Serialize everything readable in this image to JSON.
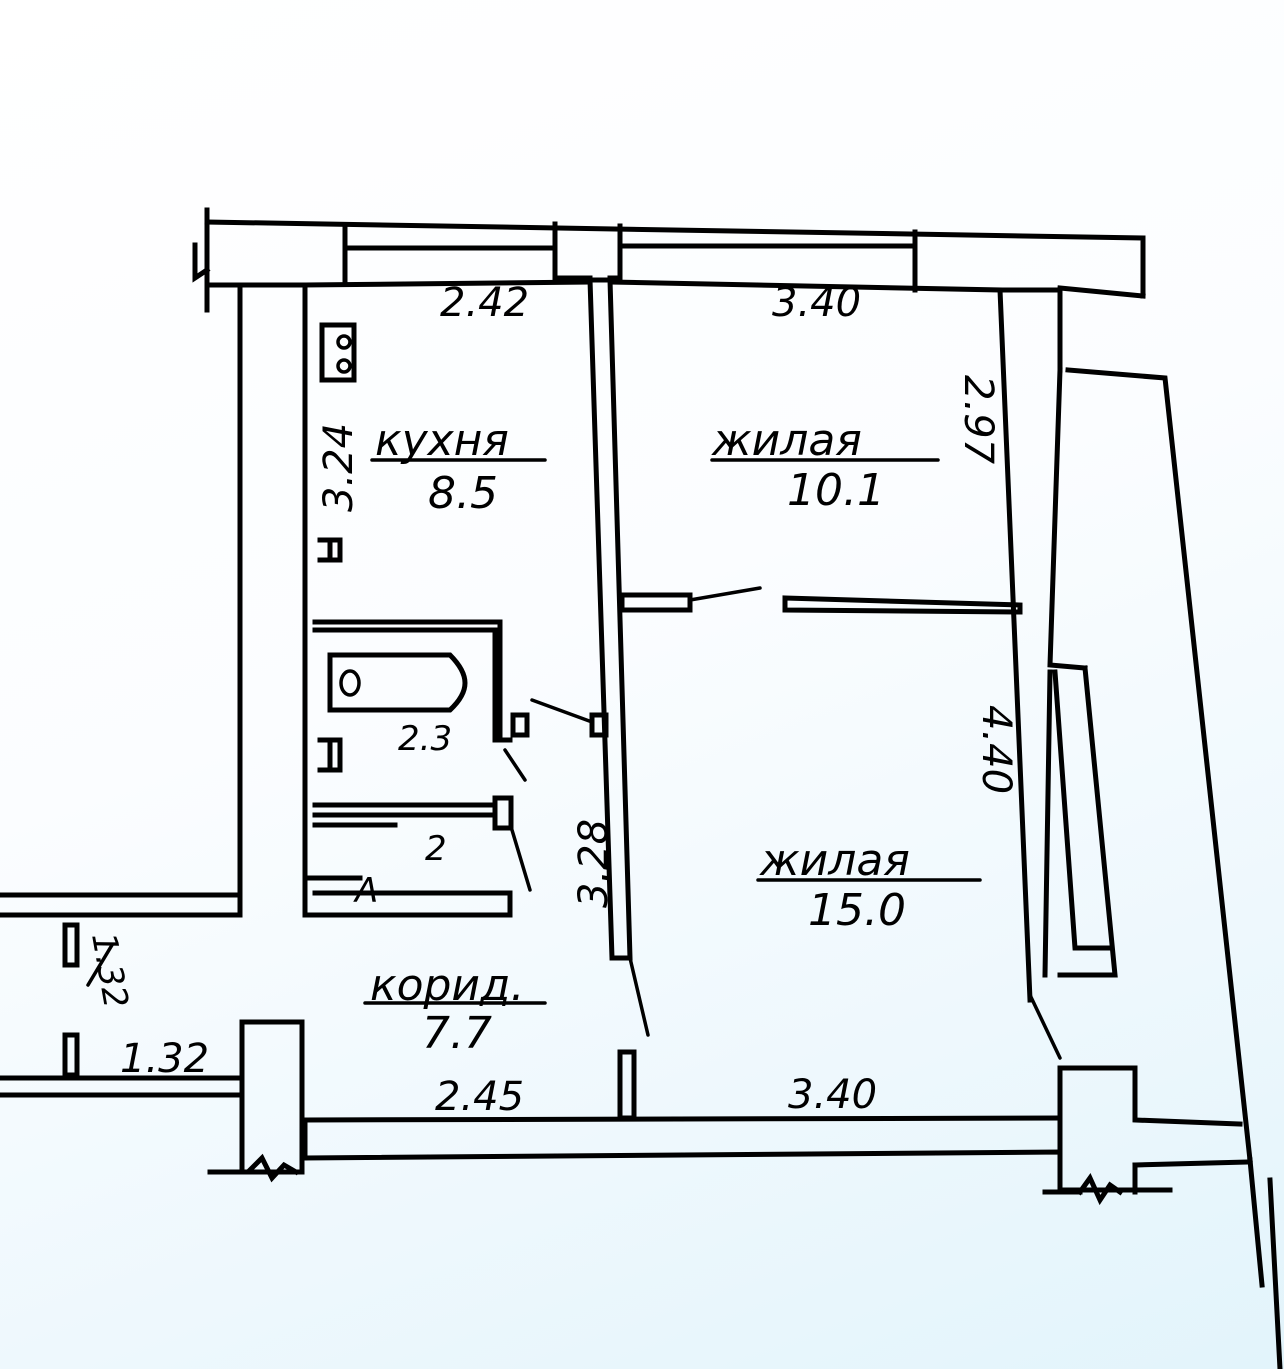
{
  "rooms": {
    "kitchen": {
      "name": "кухня",
      "area": "8.5"
    },
    "living_1": {
      "name": "жилая",
      "area": "10.1"
    },
    "living_2": {
      "name": "жилая",
      "area": "15.0"
    },
    "corridor": {
      "name": "корид.",
      "area": "7.7"
    },
    "bathroom": {
      "area": "2.3"
    },
    "toilet": {
      "area": "2"
    }
  },
  "dimensions": {
    "kitchen_top": "2.42",
    "living_top": "3.40",
    "kitchen_left": "3.24",
    "living1_right": "2.97",
    "living2_right": "4.40",
    "corridor_wall": "3.28",
    "corridor_bottom": "2.45",
    "living2_bottom": "3.40",
    "stair_vertical": "1.32",
    "stair_horizontal": "1.32"
  },
  "marks": {
    "bath_letter": "А"
  }
}
